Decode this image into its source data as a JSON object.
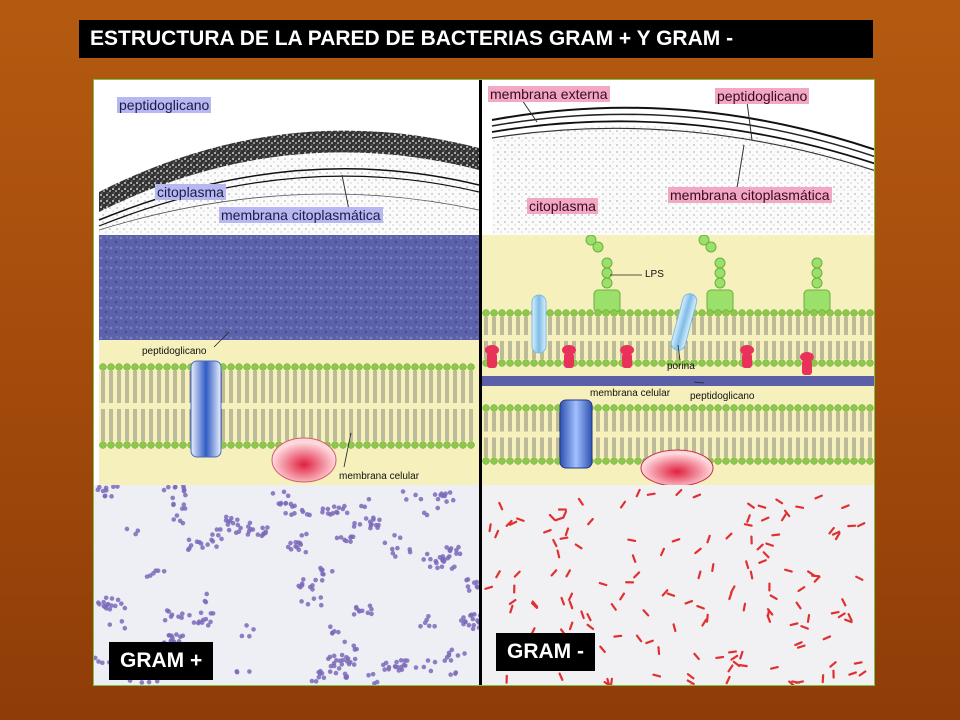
{
  "title": "ESTRUCTURA DE LA PARED DE BACTERIAS GRAM + Y GRAM -",
  "gram_positive": {
    "tag": "GRAM +",
    "micrograph_labels": {
      "peptidoglycan": "peptidoglicano",
      "cytoplasm": "citoplasma",
      "membrane": "membrana citoplasmática"
    },
    "diagram_labels": {
      "peptidoglycan": "peptidoglicano",
      "cell_membrane": "membrana celular"
    }
  },
  "gram_negative": {
    "tag": "GRAM -",
    "micrograph_labels": {
      "outer_membrane": "membrana externa",
      "peptidoglycan": "peptidoglicano",
      "cytoplasm": "citoplasma",
      "membrane": "membrana citoplasmática"
    },
    "diagram_labels": {
      "lps": "LPS",
      "porin": "porina",
      "cell_membrane": "membrana celular",
      "peptidoglycan": "peptidoglicano"
    }
  },
  "colors": {
    "background": "#a24a0c",
    "frame_border": "#7ac24a",
    "label_blue": "#b8b8f0",
    "label_pink": "#f2a8c4",
    "membrane_bg": "#f5f0bc",
    "lipid_head": "#8cc84a",
    "peptidoglycan_layer": "#5a5fa8",
    "gram_pos_cells": "#7a6ab8",
    "gram_neg_cells": "#e03030"
  }
}
